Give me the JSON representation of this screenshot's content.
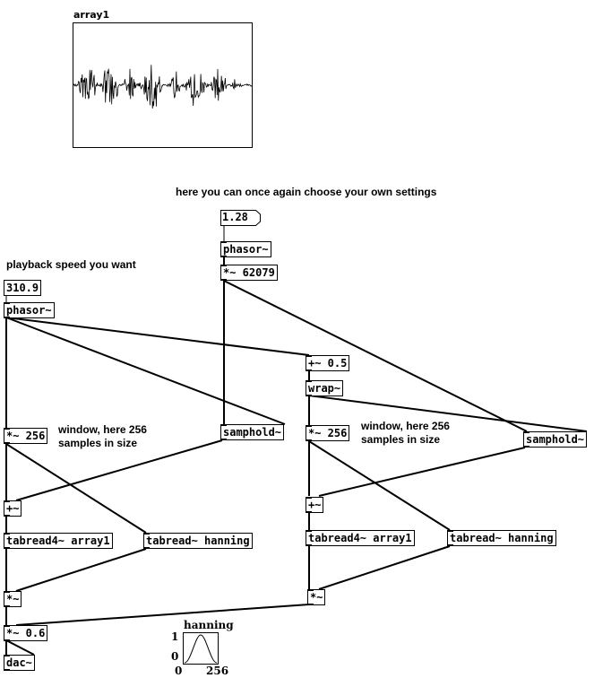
{
  "arrays": {
    "array1": {
      "name": "array1"
    },
    "hanning": {
      "name": "hanning",
      "y_max": "1",
      "y_min": "0",
      "x_min": "0",
      "x_max": "256"
    }
  },
  "comments": {
    "top": "here you can once again choose your own settings",
    "speed": "playback speed you want",
    "window_left": "window, here 256\nsamples in size",
    "window_right": "window, here 256\nsamples in size"
  },
  "message": {
    "value": "1.28"
  },
  "numbers": {
    "speed": "310.9"
  },
  "objects": {
    "phasor_top": "phasor~",
    "mul_62079": "*~ 62079",
    "phasor_left": "phasor~",
    "add_05": "+~ 0.5",
    "wrap": "wrap~",
    "mul256_left": "*~ 256",
    "samphold_left": "samphold~",
    "mul256_right": "*~ 256",
    "samphold_right": "samphold~",
    "plus_left": "+~",
    "plus_right": "+~",
    "tabread4_left": "tabread4~ array1",
    "tabread_left": "tabread~ hanning",
    "tabread4_right": "tabread4~ array1",
    "tabread_right": "tabread~ hanning",
    "mul_left": "*~",
    "mul_right": "*~",
    "mul_06": "*~ 0.6",
    "dac": "dac~"
  }
}
